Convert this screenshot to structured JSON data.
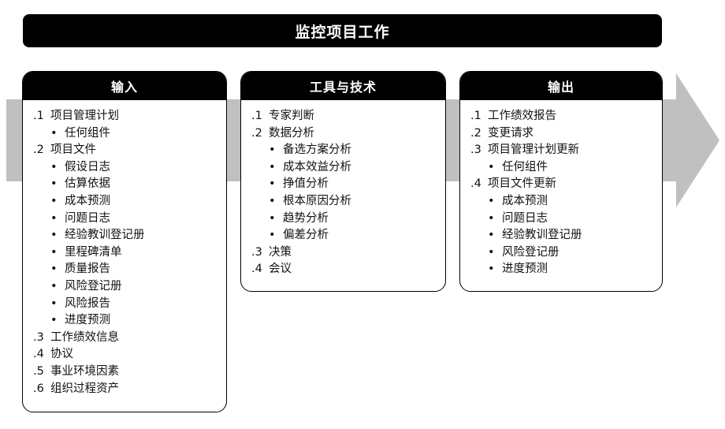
{
  "title": "监控项目工作",
  "colors": {
    "header_bg": "#000000",
    "arrow": "#c0c0c0",
    "box_bg": "#ffffff"
  },
  "inputs": {
    "heading": "输入",
    "items": [
      {
        "num": ".1",
        "label": "项目管理计划",
        "subs": [
          "任何组件"
        ]
      },
      {
        "num": ".2",
        "label": "项目文件",
        "subs": [
          "假设日志",
          "估算依据",
          "成本预测",
          "问题日志",
          "经验教训登记册",
          "里程碑清单",
          "质量报告",
          "风险登记册",
          "风险报告",
          "进度预测"
        ]
      },
      {
        "num": ".3",
        "label": "工作绩效信息",
        "subs": []
      },
      {
        "num": ".4",
        "label": "协议",
        "subs": []
      },
      {
        "num": ".5",
        "label": "事业环境因素",
        "subs": []
      },
      {
        "num": ".6",
        "label": "组织过程资产",
        "subs": []
      }
    ]
  },
  "tools": {
    "heading": "工具与技术",
    "items": [
      {
        "num": ".1",
        "label": "专家判断",
        "subs": []
      },
      {
        "num": ".2",
        "label": "数据分析",
        "subs": [
          "备选方案分析",
          "成本效益分析",
          "挣值分析",
          "根本原因分析",
          "趋势分析",
          "偏差分析"
        ]
      },
      {
        "num": ".3",
        "label": "决策",
        "subs": []
      },
      {
        "num": ".4",
        "label": "会议",
        "subs": []
      }
    ]
  },
  "outputs": {
    "heading": "输出",
    "items": [
      {
        "num": ".1",
        "label": "工作绩效报告",
        "subs": []
      },
      {
        "num": ".2",
        "label": "变更请求",
        "subs": []
      },
      {
        "num": ".3",
        "label": "项目管理计划更新",
        "subs": [
          "任何组件"
        ]
      },
      {
        "num": ".4",
        "label": "项目文件更新",
        "subs": [
          "成本预测",
          "问题日志",
          "经验教训登记册",
          "风险登记册",
          "进度预测"
        ]
      }
    ]
  },
  "bullet_glyph": "•"
}
